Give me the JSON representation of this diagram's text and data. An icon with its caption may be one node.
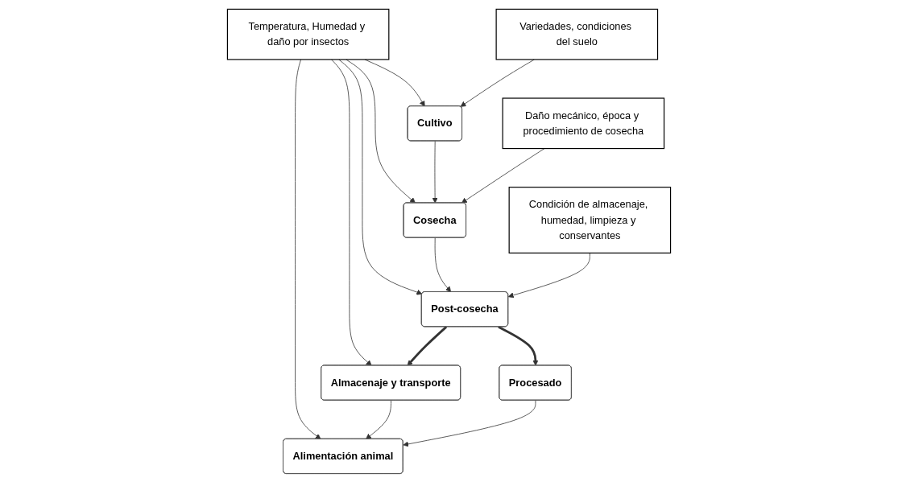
{
  "diagram": {
    "nodes": [
      {
        "text": [
          "Temperatura, Humedad y daño por insectos"
        ]
      },
      {
        "text": [
          "Cultivo"
        ]
      },
      {
        "text": [
          "Variedades, condiciones del suelo"
        ]
      },
      {
        "text": [
          "Cosecha"
        ]
      },
      {
        "text": [
          "Daño mecánico, época y procedimiento de cosecha"
        ]
      },
      {
        "text": [
          "Post-cosecha"
        ]
      },
      {
        "text": [
          "Condición de almacenaje, humedad, limpieza y conservantes"
        ]
      },
      {
        "text": [
          "Almacenaje y transporte"
        ]
      },
      {
        "text": [
          "Procesado"
        ]
      },
      {
        "text": [
          "Alimentación animal"
        ]
      }
    ],
    "edges": [
      {
        "from": 0,
        "to": 1,
        "arrow": "to"
      },
      {
        "from": 0,
        "to": 3,
        "arrow": "to"
      },
      {
        "from": 0,
        "to": 5,
        "arrow": "to"
      },
      {
        "from": 0,
        "to": 7,
        "arrow": "to"
      },
      {
        "from": 0,
        "to": 9,
        "arrow": "to"
      },
      {
        "from": 2,
        "to": 1,
        "arrow": "to"
      },
      {
        "from": 1,
        "to": 3,
        "arrow": "to"
      },
      {
        "from": 4,
        "to": 3,
        "arrow": "to"
      },
      {
        "from": 3,
        "to": 5,
        "arrow": "to"
      },
      {
        "from": 6,
        "to": 5,
        "arrow": "to"
      },
      {
        "from": 5,
        "to": 7,
        "arrow": "to",
        "style": "thick"
      },
      {
        "from": 5,
        "to": 8,
        "arrow": "to",
        "style": "thick"
      },
      {
        "from": 7,
        "to": 9,
        "arrow": "to"
      },
      {
        "from": 8,
        "to": 9,
        "arrow": "to"
      }
    ]
  }
}
